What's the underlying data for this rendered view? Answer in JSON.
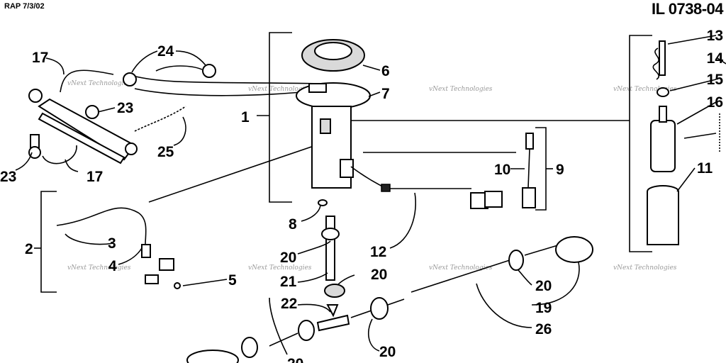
{
  "header": {
    "date_stamp": "RAP 7/3/02",
    "illustration_code": "IL 0738-04"
  },
  "watermark": "vNext Technologies",
  "callouts": [
    "1",
    "2",
    "3",
    "4",
    "5",
    "6",
    "7",
    "8",
    "9",
    "10",
    "11",
    "12",
    "13",
    "14",
    "15",
    "16",
    "17",
    "19",
    "20",
    "21",
    "22",
    "23",
    "24",
    "25",
    "26"
  ]
}
